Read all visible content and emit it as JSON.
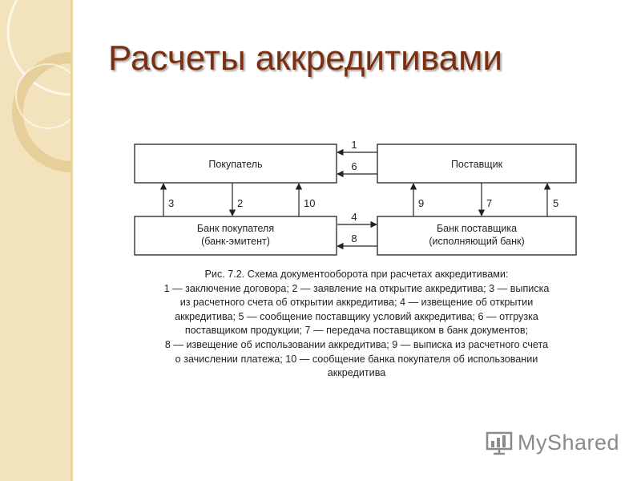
{
  "title": "Расчеты аккредитивами",
  "diagram": {
    "nodes": {
      "buyer": [
        "Покупатель"
      ],
      "supplier": [
        "Поставщик"
      ],
      "buyer_bank": [
        "Банк покупателя",
        "(банк-эмитент)"
      ],
      "supplier_bank": [
        "Банк поставщика",
        "(исполняющий банк)"
      ]
    },
    "arrows": {
      "a1": "1",
      "a6": "6",
      "a3": "3",
      "a2": "2",
      "a10": "10",
      "a9": "9",
      "a7": "7",
      "a5": "5",
      "a4": "4",
      "a8": "8"
    }
  },
  "caption": {
    "lines": [
      "Рис. 7.2. Схема документооборота при расчетах аккредитивами:",
      "1 — заключение договора; 2 — заявление на открытие аккредитива; 3 — выписка",
      "из расчетного счета об открытии аккредитива; 4 — извещение об открытии",
      "аккредитива; 5 — сообщение поставщику условий аккредитива; 6 — отгрузка",
      "поставщиком продукции; 7 — передача поставщиком в банк документов;",
      "8 — извещение об использовании аккредитива; 9 — выписка из расчетного счета",
      "о зачислении платежа; 10 — сообщение банка покупателя об использовании",
      "аккредитива"
    ]
  },
  "logo": {
    "text": "MyShared",
    "icon": "chart-icon"
  }
}
